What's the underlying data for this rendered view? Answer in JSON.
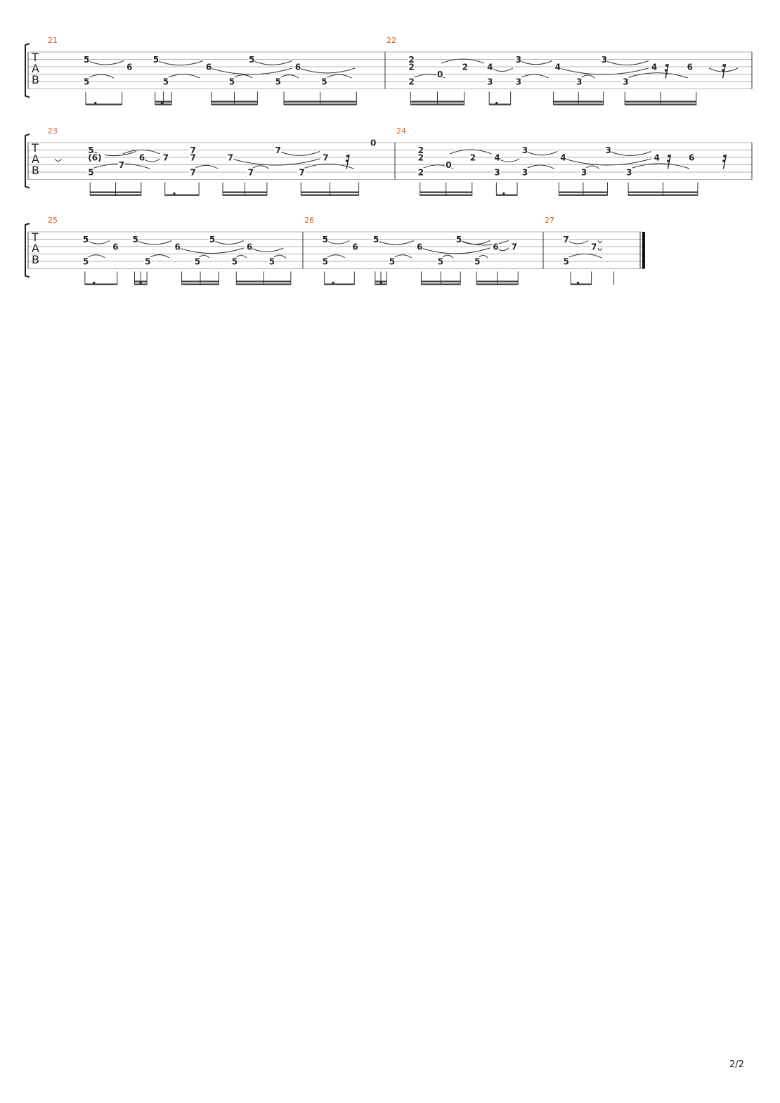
{
  "page_number": "2/2",
  "clef": [
    "T",
    "A",
    "B"
  ],
  "systems": [
    {
      "measures": [
        {
          "number": "21",
          "notes": [
            {
              "t": 0.1,
              "s": 1,
              "f": "5"
            },
            {
              "t": 0.23,
              "s": 2,
              "f": "6"
            },
            {
              "t": 0.1,
              "s": 4,
              "f": "5"
            },
            {
              "t": 0.31,
              "s": 1,
              "f": "5"
            },
            {
              "t": 0.47,
              "s": 2,
              "f": "6"
            },
            {
              "t": 0.34,
              "s": 4,
              "f": "5"
            },
            {
              "t": 0.6,
              "s": 1,
              "f": "5"
            },
            {
              "t": 0.74,
              "s": 2,
              "f": "6"
            },
            {
              "t": 0.54,
              "s": 4,
              "f": "5"
            },
            {
              "t": 0.68,
              "s": 4,
              "f": "5"
            },
            {
              "t": 0.82,
              "s": 4,
              "f": "5"
            }
          ],
          "slurs": [
            [
              0.1,
              0.23,
              1,
              "down"
            ],
            [
              0.31,
              0.47,
              1,
              "down"
            ],
            [
              0.47,
              0.74,
              2,
              "down"
            ],
            [
              0.6,
              0.74,
              1,
              "down"
            ],
            [
              0.74,
              0.93,
              2,
              "down"
            ],
            [
              0.1,
              0.2,
              4,
              "up"
            ],
            [
              0.34,
              0.46,
              4,
              "up"
            ],
            [
              0.54,
              0.62,
              4,
              "up"
            ],
            [
              0.68,
              0.76,
              4,
              "up"
            ],
            [
              0.82,
              0.92,
              4,
              "up"
            ]
          ],
          "beams": [
            [
              0.1,
              0.21,
              1,
              0.12
            ],
            [
              0.31,
              0.36,
              2,
              0.39
            ],
            [
              0.48,
              0.62,
              2,
              0
            ],
            [
              0.7,
              0.92,
              2,
              0
            ]
          ]
        },
        {
          "number": "22",
          "notes": [
            {
              "t": 0.05,
              "s": 1,
              "f": "2"
            },
            {
              "t": 0.05,
              "s": 2,
              "f": "2"
            },
            {
              "t": 0.13,
              "s": 3,
              "f": "0"
            },
            {
              "t": 0.2,
              "s": 2,
              "f": "2"
            },
            {
              "t": 0.27,
              "s": 2,
              "f": "4"
            },
            {
              "t": 0.35,
              "s": 1,
              "f": "3"
            },
            {
              "t": 0.46,
              "s": 2,
              "f": "4"
            },
            {
              "t": 0.59,
              "s": 1,
              "f": "3"
            },
            {
              "t": 0.73,
              "s": 2,
              "f": "4"
            },
            {
              "t": 0.83,
              "s": 2,
              "f": "6"
            },
            {
              "t": 0.05,
              "s": 4,
              "f": "2"
            },
            {
              "t": 0.27,
              "s": 4,
              "f": "3"
            },
            {
              "t": 0.35,
              "s": 4,
              "f": "3"
            },
            {
              "t": 0.52,
              "s": 4,
              "f": "3"
            },
            {
              "t": 0.65,
              "s": 4,
              "f": "3"
            }
          ],
          "slurs": [
            [
              0.13,
              0.27,
              2,
              "up"
            ],
            [
              0.27,
              0.35,
              2,
              "down"
            ],
            [
              0.35,
              0.46,
              1,
              "down"
            ],
            [
              0.46,
              0.73,
              2,
              "down"
            ],
            [
              0.59,
              0.73,
              1,
              "down"
            ],
            [
              0.88,
              0.98,
              2,
              "down"
            ],
            [
              0.05,
              0.16,
              4,
              "up"
            ],
            [
              0.35,
              0.45,
              4,
              "up"
            ],
            [
              0.52,
              0.58,
              4,
              "up"
            ],
            [
              0.65,
              0.84,
              4,
              "up"
            ]
          ],
          "beams": [
            [
              0.05,
              0.2,
              2,
              0
            ],
            [
              0.27,
              0.33,
              1,
              0.4
            ],
            [
              0.45,
              0.59,
              2,
              0
            ],
            [
              0.65,
              0.85,
              2,
              0
            ]
          ],
          "rests": [
            0.77,
            0.93
          ]
        }
      ]
    },
    {
      "measures": [
        {
          "number": "23",
          "notes": [
            {
              "t": 0.11,
              "s": 1,
              "f": "5"
            },
            {
              "t": 0.11,
              "s": 2,
              "f": "(6)"
            },
            {
              "t": 0.2,
              "s": 3,
              "f": "7"
            },
            {
              "t": 0.26,
              "s": 2,
              "f": "6"
            },
            {
              "t": 0.33,
              "s": 2,
              "f": "7"
            },
            {
              "t": 0.41,
              "s": 1,
              "f": "7"
            },
            {
              "t": 0.41,
              "s": 2,
              "f": "7"
            },
            {
              "t": 0.52,
              "s": 2,
              "f": "7"
            },
            {
              "t": 0.66,
              "s": 1,
              "f": "7"
            },
            {
              "t": 0.8,
              "s": 2,
              "f": "7"
            },
            {
              "t": 0.94,
              "s": 0,
              "f": "0"
            },
            {
              "t": 0.11,
              "s": 4,
              "f": "5"
            },
            {
              "t": 0.41,
              "s": 4,
              "f": "7"
            },
            {
              "t": 0.58,
              "s": 4,
              "f": "7"
            },
            {
              "t": 0.73,
              "s": 4,
              "f": "7"
            }
          ],
          "slurs": [
            [
              0.11,
              0.26,
              1,
              "down"
            ],
            [
              0.2,
              0.33,
              2,
              "up"
            ],
            [
              0.26,
              0.33,
              2,
              "down"
            ],
            [
              0.52,
              0.8,
              2,
              "down"
            ],
            [
              0.66,
              0.8,
              1,
              "down"
            ],
            [
              0.0,
              0.04,
              2,
              "down"
            ],
            [
              0.11,
              0.3,
              4,
              "up"
            ],
            [
              0.41,
              0.5,
              4,
              "up"
            ],
            [
              0.58,
              0.65,
              4,
              "up"
            ],
            [
              0.73,
              0.9,
              4,
              "up"
            ]
          ],
          "beams": [
            [
              0.11,
              0.26,
              2,
              0
            ],
            [
              0.33,
              0.43,
              1,
              0.4
            ],
            [
              0.5,
              0.63,
              2,
              0
            ],
            [
              0.73,
              0.9,
              2,
              0
            ]
          ],
          "rests": [
            0.87
          ]
        },
        {
          "number": "24",
          "notes": [
            {
              "t": 0.05,
              "s": 1,
              "f": "2"
            },
            {
              "t": 0.05,
              "s": 2,
              "f": "2"
            },
            {
              "t": 0.13,
              "s": 3,
              "f": "0"
            },
            {
              "t": 0.2,
              "s": 2,
              "f": "2"
            },
            {
              "t": 0.27,
              "s": 2,
              "f": "4"
            },
            {
              "t": 0.35,
              "s": 1,
              "f": "3"
            },
            {
              "t": 0.46,
              "s": 2,
              "f": "4"
            },
            {
              "t": 0.59,
              "s": 1,
              "f": "3"
            },
            {
              "t": 0.73,
              "s": 2,
              "f": "4"
            },
            {
              "t": 0.83,
              "s": 2,
              "f": "6"
            },
            {
              "t": 0.05,
              "s": 4,
              "f": "2"
            },
            {
              "t": 0.27,
              "s": 4,
              "f": "3"
            },
            {
              "t": 0.35,
              "s": 4,
              "f": "3"
            },
            {
              "t": 0.52,
              "s": 4,
              "f": "3"
            },
            {
              "t": 0.65,
              "s": 4,
              "f": "3"
            }
          ],
          "slurs": [
            [
              0.13,
              0.27,
              2,
              "up"
            ],
            [
              0.27,
              0.35,
              2,
              "down"
            ],
            [
              0.35,
              0.46,
              1,
              "down"
            ],
            [
              0.46,
              0.73,
              2,
              "down"
            ],
            [
              0.59,
              0.73,
              1,
              "down"
            ],
            [
              0.05,
              0.16,
              4,
              "up"
            ],
            [
              0.35,
              0.45,
              4,
              "up"
            ],
            [
              0.52,
              0.58,
              4,
              "up"
            ],
            [
              0.65,
              0.84,
              4,
              "up"
            ]
          ],
          "beams": [
            [
              0.05,
              0.2,
              2,
              0
            ],
            [
              0.27,
              0.33,
              1,
              0.4
            ],
            [
              0.45,
              0.59,
              2,
              0
            ],
            [
              0.65,
              0.85,
              2,
              0
            ]
          ],
          "rests": [
            0.77,
            0.93
          ]
        }
      ]
    },
    {
      "measures": [
        {
          "number": "25",
          "notes": [
            {
              "t": 0.13,
              "s": 1,
              "f": "5"
            },
            {
              "t": 0.25,
              "s": 2,
              "f": "6"
            },
            {
              "t": 0.13,
              "s": 4,
              "f": "5"
            },
            {
              "t": 0.33,
              "s": 1,
              "f": "5"
            },
            {
              "t": 0.5,
              "s": 2,
              "f": "6"
            },
            {
              "t": 0.38,
              "s": 4,
              "f": "5"
            },
            {
              "t": 0.64,
              "s": 1,
              "f": "5"
            },
            {
              "t": 0.79,
              "s": 2,
              "f": "6"
            },
            {
              "t": 0.58,
              "s": 4,
              "f": "5"
            },
            {
              "t": 0.73,
              "s": 4,
              "f": "5"
            },
            {
              "t": 0.88,
              "s": 4,
              "f": "5"
            }
          ],
          "slurs": [
            [
              0.13,
              0.25,
              1,
              "down"
            ],
            [
              0.33,
              0.5,
              1,
              "down"
            ],
            [
              0.5,
              0.79,
              2,
              "down"
            ],
            [
              0.64,
              0.79,
              1,
              "down"
            ],
            [
              0.79,
              0.95,
              2,
              "down"
            ],
            [
              0.13,
              0.23,
              4,
              "up"
            ],
            [
              0.38,
              0.49,
              4,
              "up"
            ],
            [
              0.58,
              0.65,
              4,
              "up"
            ],
            [
              0.73,
              0.8,
              4,
              "up"
            ],
            [
              0.88,
              0.96,
              4,
              "up"
            ]
          ],
          "beams": [
            [
              0.13,
              0.26,
              1,
              0.15
            ],
            [
              0.33,
              0.38,
              2,
              0.4
            ],
            [
              0.52,
              0.67,
              2,
              0
            ],
            [
              0.74,
              0.96,
              2,
              0
            ]
          ]
        },
        {
          "number": "26",
          "notes": [
            {
              "t": 0.06,
              "s": 1,
              "f": "5"
            },
            {
              "t": 0.19,
              "s": 2,
              "f": "6"
            },
            {
              "t": 0.06,
              "s": 4,
              "f": "5"
            },
            {
              "t": 0.28,
              "s": 1,
              "f": "5"
            },
            {
              "t": 0.47,
              "s": 2,
              "f": "6"
            },
            {
              "t": 0.35,
              "s": 4,
              "f": "5"
            },
            {
              "t": 0.64,
              "s": 1,
              "f": "5"
            },
            {
              "t": 0.8,
              "s": 2,
              "f": "6"
            },
            {
              "t": 0.56,
              "s": 4,
              "f": "5"
            },
            {
              "t": 0.72,
              "s": 4,
              "f": "5"
            },
            {
              "t": 0.88,
              "s": 2,
              "f": "7"
            }
          ],
          "slurs": [
            [
              0.06,
              0.19,
              1,
              "down"
            ],
            [
              0.28,
              0.47,
              1,
              "down"
            ],
            [
              0.47,
              0.8,
              2,
              "down"
            ],
            [
              0.64,
              0.8,
              1,
              "down"
            ],
            [
              0.64,
              0.88,
              1,
              "down"
            ],
            [
              0.8,
              0.88,
              2,
              "down"
            ],
            [
              0.06,
              0.17,
              4,
              "up"
            ],
            [
              0.35,
              0.46,
              4,
              "up"
            ],
            [
              0.56,
              0.64,
              4,
              "up"
            ],
            [
              0.72,
              0.79,
              4,
              "up"
            ]
          ],
          "beams": [
            [
              0.06,
              0.19,
              1,
              0.12
            ],
            [
              0.28,
              0.33,
              2,
              0.4
            ],
            [
              0.48,
              0.65,
              2,
              0
            ],
            [
              0.72,
              0.9,
              2,
              0
            ]
          ]
        },
        {
          "number": "27",
          "notes": [
            {
              "t": 0.16,
              "s": 1,
              "f": "7"
            },
            {
              "t": 0.47,
              "s": 2,
              "f": "7"
            },
            {
              "t": 0.16,
              "s": 4,
              "f": "5"
            }
          ],
          "slurs": [
            [
              0.16,
              0.47,
              1,
              "down"
            ],
            [
              0.5,
              0.62,
              2,
              "down"
            ],
            [
              0.5,
              0.62,
              1,
              "down"
            ],
            [
              0.16,
              0.62,
              4,
              "up"
            ]
          ],
          "beams": [
            [
              0.22,
              0.45,
              1,
              0.15
            ],
            [
              0.7,
              0.7,
              0,
              0
            ]
          ]
        }
      ]
    }
  ]
}
